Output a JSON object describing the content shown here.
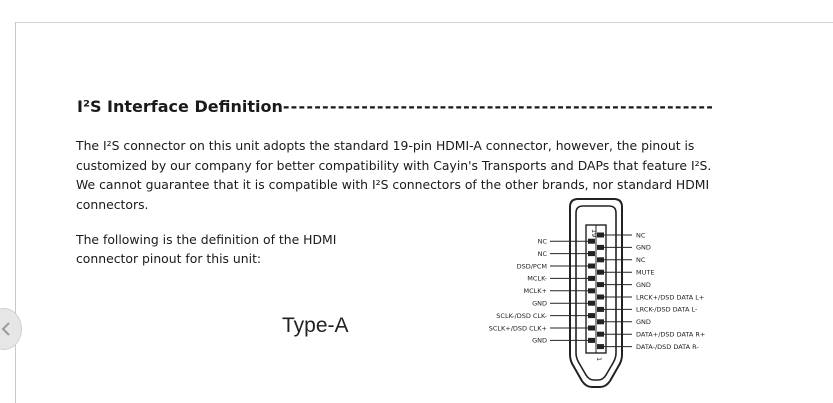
{
  "heading": {
    "title": "I²S Interface Definition",
    "rule": "-------------------------------------------------------"
  },
  "paragraph": {
    "lines": [
      "The I²S connector on this unit adopts the standard 19-pin HDMI-A connector, however, the pinout is",
      "customized by our company for better compatibility with Cayin's Transports and DAPs that feature I²S.",
      "We cannot guarantee that it is compatible with I²S connectors of the other brands, nor standard HDMI",
      "connectors."
    ]
  },
  "definition": {
    "lines": [
      "The following is the definition of the HDMI",
      "connector pinout for this unit:"
    ]
  },
  "connector": {
    "type_label": "Type-A",
    "pin_top_number": "19",
    "pin_bottom_number": "1",
    "left_labels": [
      "NC",
      "NC",
      "DSD/PCM",
      "MCLK-",
      "MCLK+",
      "GND",
      "SCLK-/DSD CLK-",
      "SCLK+/DSD CLK+",
      "GND"
    ],
    "right_labels": [
      "NC",
      "GND",
      "NC",
      "MUTE",
      "GND",
      "LRCK+/DSD DATA L+",
      "LRCK-/DSD DATA L-",
      "GND",
      "DATA+/DSD DATA R+",
      "DATA-/DSD DATA R-"
    ]
  },
  "icons": {
    "nav": "chevron-left-icon"
  }
}
